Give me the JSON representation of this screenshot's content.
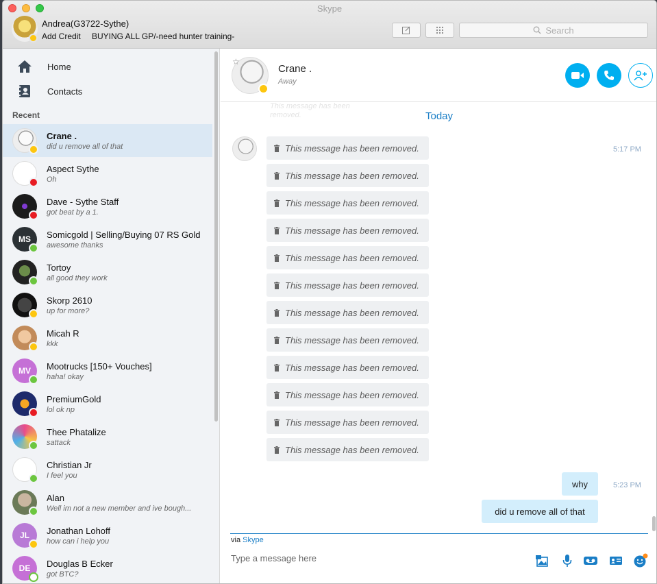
{
  "window": {
    "title": "Skype"
  },
  "profile": {
    "name": "Andrea(G3722-Sythe)",
    "credit_label": "Add Credit",
    "mood": "BUYING ALL GP/-need hunter training-"
  },
  "search": {
    "placeholder": "Search"
  },
  "nav": {
    "home_label": "Home",
    "contacts_label": "Contacts",
    "recent_label": "Recent"
  },
  "contacts": [
    {
      "name": "Crane .",
      "message": "did u remove all of that",
      "status": "away",
      "active": true
    },
    {
      "name": "Aspect Sythe",
      "message": "Oh",
      "status": "busy"
    },
    {
      "name": "Dave - Sythe Staff",
      "message": "got beat by a 1.",
      "status": "busy"
    },
    {
      "name": "Somicgold  | Selling/Buying 07 RS Gold",
      "message": "awesome thanks",
      "status": "online",
      "initials": "MS"
    },
    {
      "name": "Tortoy",
      "message": "all good they work",
      "status": "online"
    },
    {
      "name": "Skorp 2610",
      "message": "up for more?",
      "status": "away"
    },
    {
      "name": "Micah R",
      "message": "kkk",
      "status": "away"
    },
    {
      "name": "Mootrucks [150+ Vouches]",
      "message": "haha! okay",
      "status": "online",
      "initials": "MV"
    },
    {
      "name": "PremiumGold",
      "message": "lol ok np",
      "status": "busy"
    },
    {
      "name": "Thee Phatalize",
      "message": "sattack",
      "status": "online"
    },
    {
      "name": "Christian Jr",
      "message": "I feel you",
      "status": "online"
    },
    {
      "name": "Alan",
      "message": "Well im not a new member and ive bough...",
      "status": "online"
    },
    {
      "name": "Jonathan Lohoff",
      "message": "how can i help you",
      "status": "away",
      "initials": "JL"
    },
    {
      "name": "Douglas B Ecker",
      "message": "got BTC?",
      "status": "offline",
      "initials": "DE"
    }
  ],
  "chat": {
    "contact_name": "Crane .",
    "contact_status": "Away",
    "ghost_text": "This message has been removed.",
    "date_divider": "Today",
    "removed_text": "This message has been removed.",
    "removed_count": 12,
    "first_time": "5:17 PM",
    "reply_time": "5:23 PM",
    "outgoing": [
      "why",
      "did u remove all of that"
    ]
  },
  "compose": {
    "via_prefix": "via",
    "via_link": "Skype",
    "placeholder": "Type a message here"
  },
  "colors": {
    "accent": "#00aff0",
    "link": "#1a7ec6",
    "away": "#fdc60f",
    "busy": "#e81c23",
    "online": "#6cc63f",
    "outgoing_bubble": "#d3eefc"
  }
}
